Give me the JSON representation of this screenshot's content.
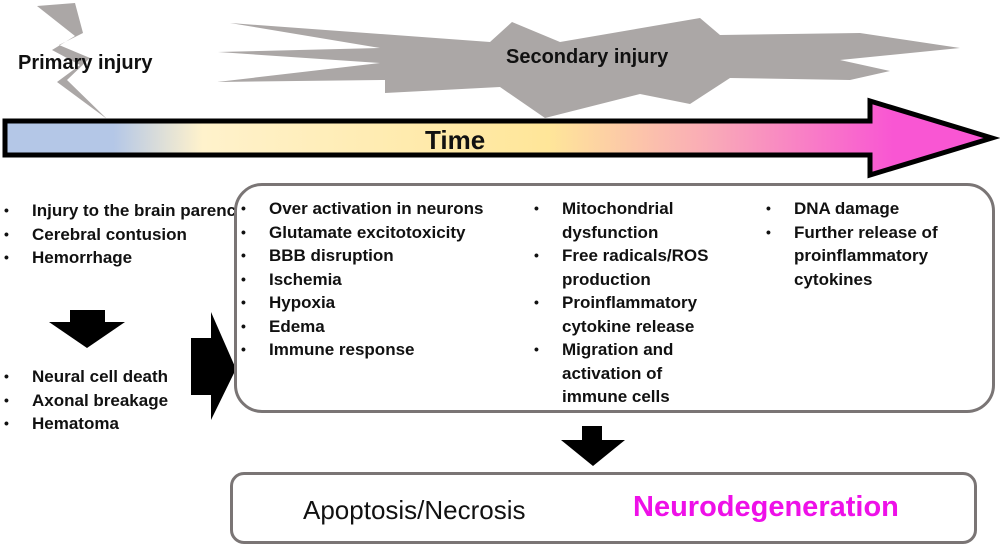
{
  "diagram": {
    "primary_injury": {
      "label": "Primary injury",
      "icon": "lightning-bolt-icon",
      "effects_initial": [
        "Injury to the brain parenchyma",
        "Cerebral contusion",
        "Hemorrhage"
      ],
      "effects_result": [
        "Neural cell death",
        "Axonal breakage",
        "Hematoma"
      ]
    },
    "secondary_injury": {
      "label": "Secondary injury",
      "icon": "explosion-burst-icon"
    },
    "timeline": {
      "label": "Time",
      "gradient_colors": [
        "#b4c7e7",
        "#fff2cc",
        "#ffe699",
        "#f9a8c6",
        "#f956d3"
      ]
    },
    "secondary_events": {
      "column1": [
        "Over activation in neurons",
        "Glutamate excitotoxicity",
        "BBB disruption",
        "Ischemia",
        "Hypoxia",
        "Edema",
        "Immune response"
      ],
      "column2": [
        "Mitochondrial dysfunction",
        "Free radicals/ROS production",
        "Proinflammatory cytokine release",
        "Migration and activation of immune cells"
      ],
      "column3": [
        "DNA damage",
        "Further release of proinflammatory cytokines"
      ]
    },
    "outcome": {
      "cause": "Apoptosis/Necrosis",
      "result": "Neurodegeneration",
      "result_color": "#ee10e8"
    },
    "colors": {
      "shape_gray": "#aba7a6",
      "box_border": "#7a7575",
      "arrow": "#000000"
    }
  }
}
